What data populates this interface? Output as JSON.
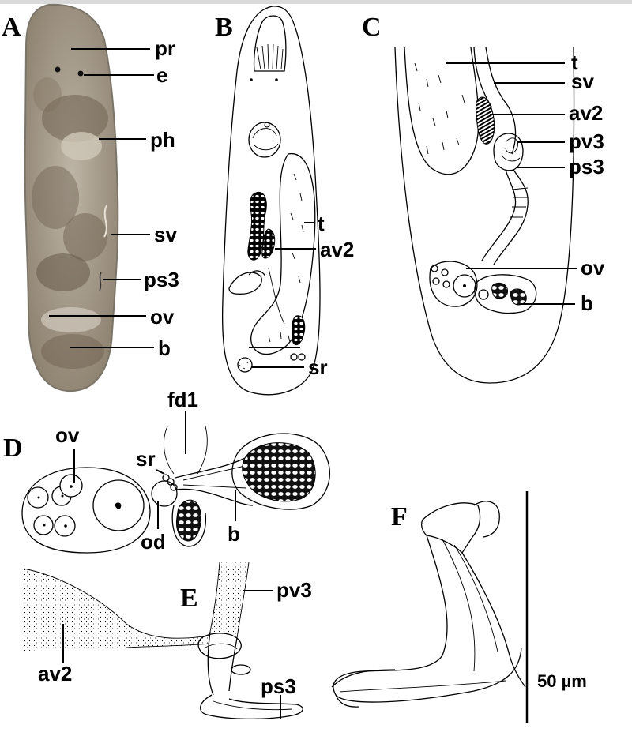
{
  "panels": {
    "A": {
      "letter": "A",
      "labels": {
        "pr": "pr",
        "e": "e",
        "ph": "ph",
        "sv": "sv",
        "ps3": "ps3",
        "ov": "ov",
        "b": "b"
      }
    },
    "B": {
      "letter": "B",
      "labels": {
        "t": "t",
        "av2": "av2",
        "sr": "sr"
      }
    },
    "C": {
      "letter": "C",
      "labels": {
        "t": "t",
        "sv": "sv",
        "av2": "av2",
        "pv3": "pv3",
        "ps3": "ps3",
        "ov": "ov",
        "b": "b"
      }
    },
    "D": {
      "letter": "D",
      "labels": {
        "fd1": "fd1",
        "ov": "ov",
        "sr": "sr",
        "od": "od",
        "b": "b"
      }
    },
    "E": {
      "letter": "E",
      "labels": {
        "pv3": "pv3",
        "av2": "av2",
        "ps3": "ps3"
      }
    },
    "F": {
      "letter": "F",
      "scale_bar": "50 µm"
    }
  },
  "colors": {
    "photo_body": "#b3aa98",
    "photo_dark": "#6f6252",
    "ink": "#000000",
    "background": "#ffffff"
  }
}
